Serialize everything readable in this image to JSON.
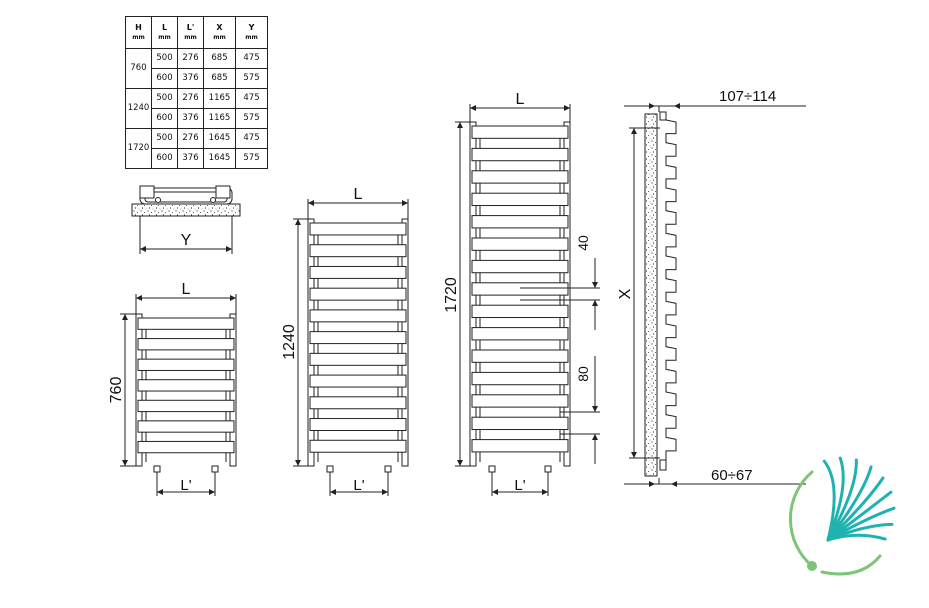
{
  "table": {
    "headers": [
      {
        "name": "H",
        "unit": "mm"
      },
      {
        "name": "L",
        "unit": "mm"
      },
      {
        "name": "L'",
        "unit": "mm"
      },
      {
        "name": "X",
        "unit": "mm"
      },
      {
        "name": "Y",
        "unit": "mm"
      }
    ],
    "groups": [
      {
        "h": "760",
        "rows": [
          [
            "500",
            "276",
            "685",
            "475"
          ],
          [
            "600",
            "376",
            "685",
            "575"
          ]
        ]
      },
      {
        "h": "1240",
        "rows": [
          [
            "500",
            "276",
            "1165",
            "475"
          ],
          [
            "600",
            "376",
            "1165",
            "575"
          ]
        ]
      },
      {
        "h": "1720",
        "rows": [
          [
            "500",
            "276",
            "1645",
            "475"
          ],
          [
            "600",
            "376",
            "1645",
            "575"
          ]
        ]
      }
    ]
  },
  "labels": {
    "top_y": "Y",
    "r760_height": "760",
    "r760_width": "L",
    "r760_pipe": "L'",
    "r1240_height": "1240",
    "r1240_width": "L",
    "r1240_pipe": "L'",
    "r1720_height": "1720",
    "r1720_width": "L",
    "r1720_pipe": "L'",
    "spacing_small": "40",
    "spacing_large": "80",
    "side_height": "X",
    "side_depth_top": "107÷114",
    "side_depth_bottom": "60÷67"
  },
  "colors": {
    "line": "#222222",
    "logo_teal": "#1fb3b0",
    "logo_green": "#7cc576"
  }
}
